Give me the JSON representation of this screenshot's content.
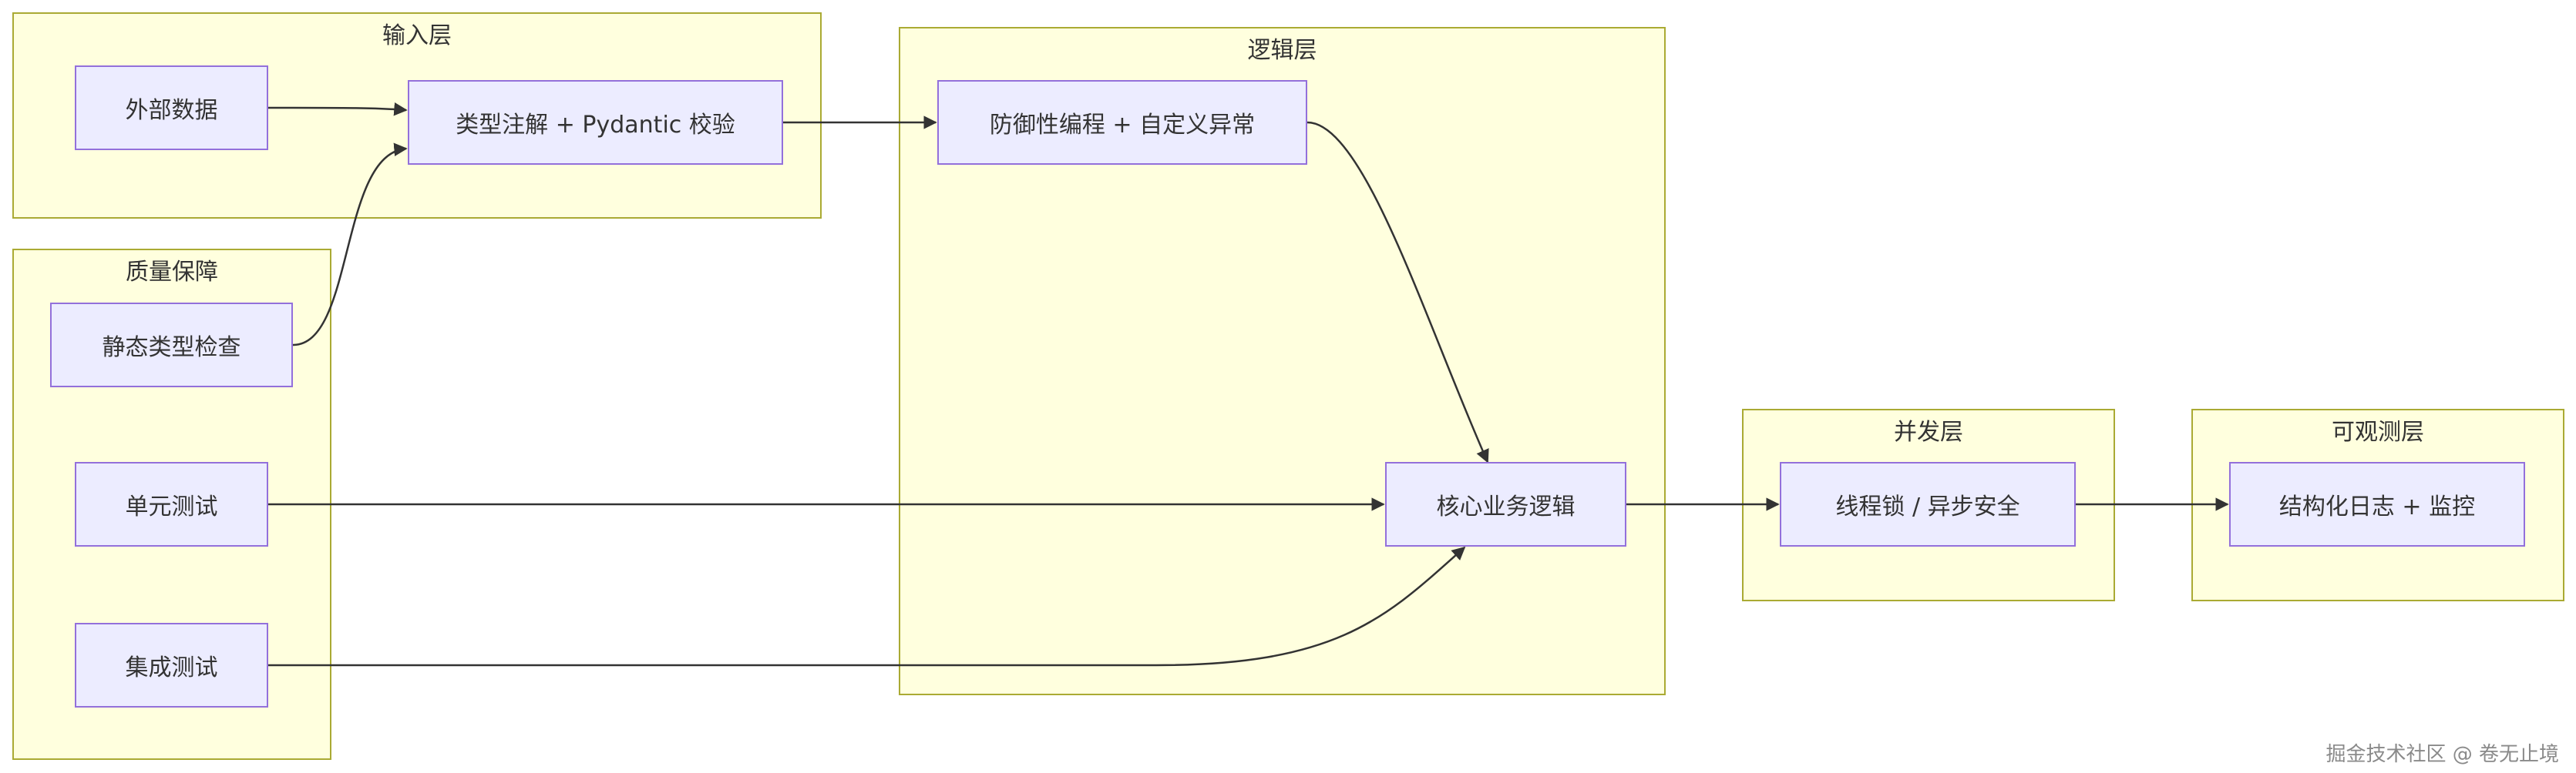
{
  "groups": {
    "input": "输入层",
    "logic": "逻辑层",
    "quality": "质量保障",
    "concurrency": "并发层",
    "observability": "可观测层"
  },
  "nodes": {
    "external_data": "外部数据",
    "type_annotation": "类型注解 + Pydantic 校验",
    "defensive": "防御性编程 + 自定义异常",
    "static_check": "静态类型检查",
    "unit_test": "单元测试",
    "integration_test": "集成测试",
    "core_logic": "核心业务逻辑",
    "thread_lock": "线程锁 / 异步安全",
    "structured_log": "结构化日志 + 监控"
  },
  "edges": [
    {
      "from": "external_data",
      "to": "type_annotation"
    },
    {
      "from": "static_check",
      "to": "type_annotation"
    },
    {
      "from": "type_annotation",
      "to": "defensive"
    },
    {
      "from": "defensive",
      "to": "core_logic"
    },
    {
      "from": "unit_test",
      "to": "core_logic"
    },
    {
      "from": "integration_test",
      "to": "core_logic"
    },
    {
      "from": "core_logic",
      "to": "thread_lock"
    },
    {
      "from": "thread_lock",
      "to": "structured_log"
    }
  ],
  "colors": {
    "group_fill": "#ffffde",
    "group_border": "#aaaa33",
    "node_fill": "#ececff",
    "node_border": "#9370db",
    "edge": "#333333"
  },
  "watermark": "掘金技术社区 @ 卷无止境"
}
